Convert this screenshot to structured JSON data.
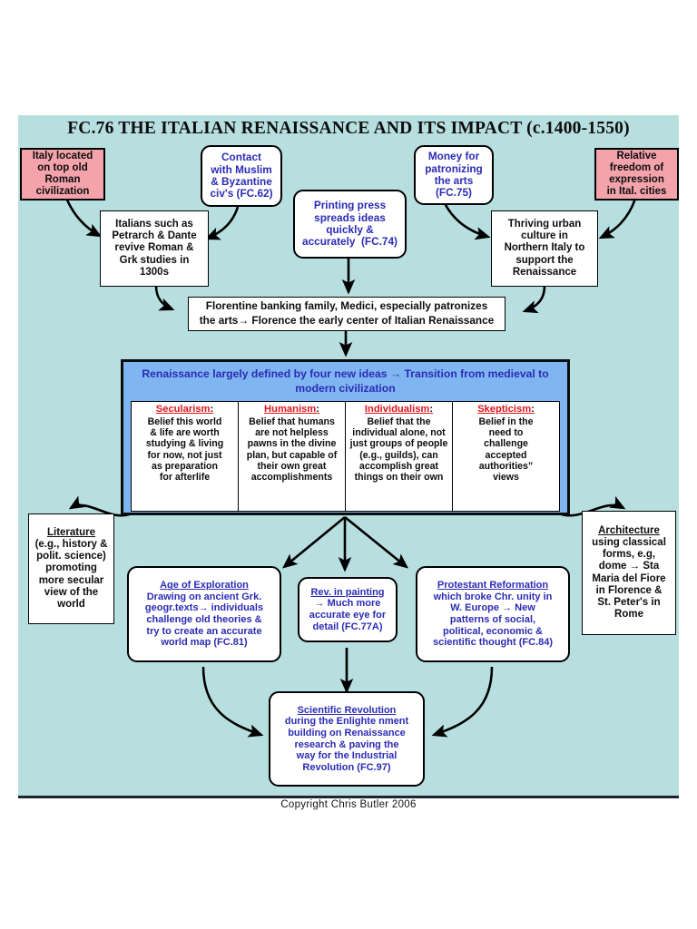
{
  "title": "FC.76 THE ITALIAN RENAISSANCE AND ITS IMPACT (c.1400-1550)",
  "footer": "Copyright Chris Butler 2006",
  "colors": {
    "background": "#b8dfe0",
    "cause_box": "#f4a3ab",
    "panel": "#7fb6f2",
    "blue_text": "#2b2bb5",
    "red_text": "#e0151b",
    "outline": "#000000"
  },
  "causes": {
    "italy_location": [
      "Italy located",
      "on top old",
      "Roman",
      "civilization"
    ],
    "freedom": [
      "Relative",
      "freedom of",
      "expression",
      "in Ital. cities"
    ],
    "contact": [
      "Contact",
      "with Muslim",
      "& Byzantine",
      "civ's (FC.62)"
    ],
    "money": [
      "Money for",
      "patronizing",
      "the arts",
      "(FC.75)"
    ],
    "printing": [
      "Printing press",
      "spreads ideas",
      "quickly &",
      "accurately  (FC.74)"
    ]
  },
  "mid": {
    "italians": [
      "Italians such as",
      "Petrarch & Dante",
      "revive Roman &",
      "Grk studies in",
      "1300s"
    ],
    "urban": [
      "Thriving urban",
      "culture in",
      "Northern Italy to",
      "support the",
      "Renaissance"
    ],
    "medici": [
      "Florentine banking family, Medici, especially patronizes",
      "the arts→ Florence the early center of Italian Renaissance"
    ]
  },
  "panel": {
    "heading": [
      "Renaissance largely defined by four new ideas →",
      "Transition from medieval to modern civilization"
    ],
    "ideas": [
      {
        "title": "Secularism",
        "body": [
          "Belief this world",
          "& life are worth",
          "studying & living",
          "for now, not just",
          "as preparation",
          "for afterlife"
        ]
      },
      {
        "title": "Humanism",
        "body": [
          "Belief that humans",
          "are not helpless",
          "pawns in the divine",
          "plan, but capable of",
          "their own great",
          "accomplishments"
        ]
      },
      {
        "title": "Individualism",
        "body": [
          "Belief that the",
          "individual alone, not",
          "just groups of people",
          "(e.g., guilds), can",
          "accomplish great",
          "things on their own"
        ]
      },
      {
        "title": "Skepticism",
        "body": [
          "Belief in the",
          "need to",
          "challenge",
          "accepted",
          "authorities”",
          "views"
        ]
      }
    ]
  },
  "effects": {
    "literature": {
      "title": "Literature",
      "body": [
        "(e.g., history &",
        "polit. science)",
        "promoting",
        "more secular",
        "view of the",
        "world"
      ]
    },
    "architecture": {
      "title": "Architecture",
      "body": [
        "using classical",
        "forms, e.g,",
        "dome → Sta",
        "Maria del Fiore",
        "in Florence &",
        "St. Peter's in",
        "Rome"
      ]
    },
    "exploration": {
      "title": "Age of Exploration",
      "body": [
        "Drawing on ancient Grk.",
        "geogr.texts→ individuals",
        "challenge old theories &",
        "try to create an accurate",
        "world map (FC.81)"
      ]
    },
    "painting": {
      "title": "Rev. in painting",
      "body": [
        "→ Much more",
        "accurate eye for",
        "detail (FC.77A)"
      ]
    },
    "reformation": {
      "title": "Protestant Reformation",
      "body": [
        "which broke Chr. unity in",
        "W. Europe → New",
        "patterns of social,",
        "political, economic &",
        "scientific thought (FC.84)"
      ]
    },
    "science": {
      "title": "Scientific Revolution",
      "body": [
        "during the Enlighte nment",
        "building on Renaissance",
        "research & paving the",
        "way for the Industrial",
        "Revolution (FC.97)"
      ]
    }
  }
}
